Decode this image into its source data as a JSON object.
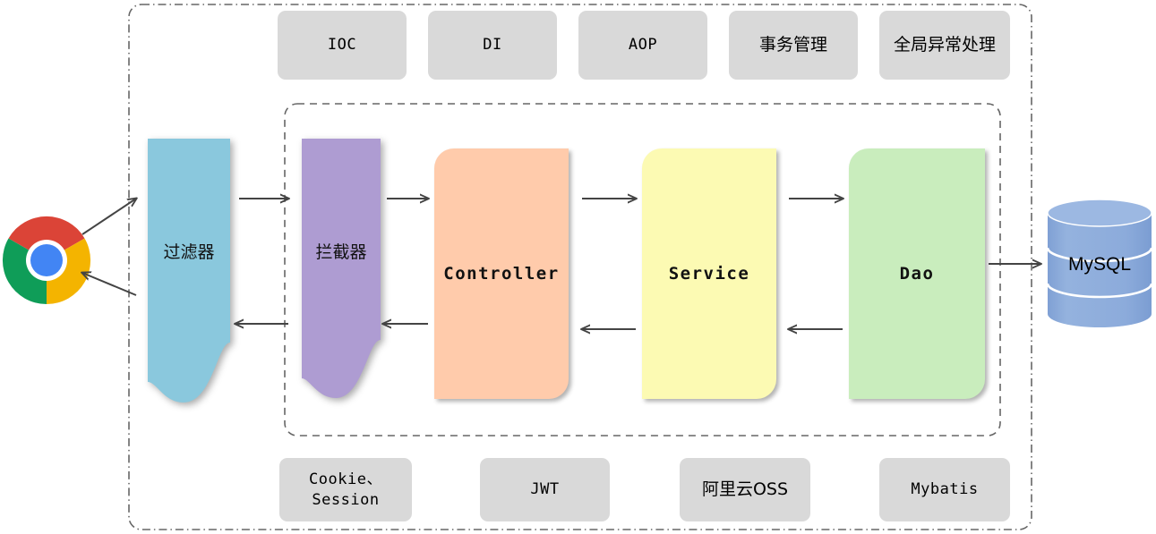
{
  "diagram": {
    "title": "Spring Boot Web Application Request Flow Architecture",
    "colors": {
      "filter_fill": "#8AC8DD",
      "interceptor_fill": "#AE9CD2",
      "controller_fill": "#FFCBAB",
      "service_fill": "#FCFAB3",
      "dao_fill": "#C9EDBD",
      "mysql_fill": "#8CABDB",
      "mysql_fill_dark": "#7FA0D4",
      "gray_box_fill": "#D9D9D9",
      "arrow_stroke": "#444444",
      "dashed_border": "#666666"
    },
    "top_row": [
      {
        "label": "IOC",
        "style": "mono"
      },
      {
        "label": "DI",
        "style": "mono"
      },
      {
        "label": "AOP",
        "style": "mono"
      },
      {
        "label": "事务管理",
        "style": "cjk"
      },
      {
        "label": "全局异常处理",
        "style": "cjk"
      }
    ],
    "bottom_row": [
      {
        "label": "Cookie、\nSession",
        "style": "mono"
      },
      {
        "label": "JWT",
        "style": "mono"
      },
      {
        "label": "阿里云OSS",
        "style": "cjk"
      },
      {
        "label": "Mybatis",
        "style": "mono"
      }
    ],
    "flow": {
      "client": {
        "label": "",
        "icon": "chrome-browser-icon"
      },
      "filter": {
        "label": "过滤器"
      },
      "interceptor": {
        "label": "拦截器"
      },
      "controller": {
        "label": "Controller"
      },
      "service": {
        "label": "Service"
      },
      "dao": {
        "label": "Dao"
      },
      "database": {
        "label": "MySQL",
        "icon": "database-cylinder-icon"
      }
    },
    "arrows": {
      "request_direction": "right",
      "response_direction": "left",
      "pairs": [
        "browser-to-filter",
        "filter-to-interceptor",
        "interceptor-to-controller",
        "controller-to-service",
        "service-to-dao",
        "dao-to-mysql"
      ]
    }
  }
}
